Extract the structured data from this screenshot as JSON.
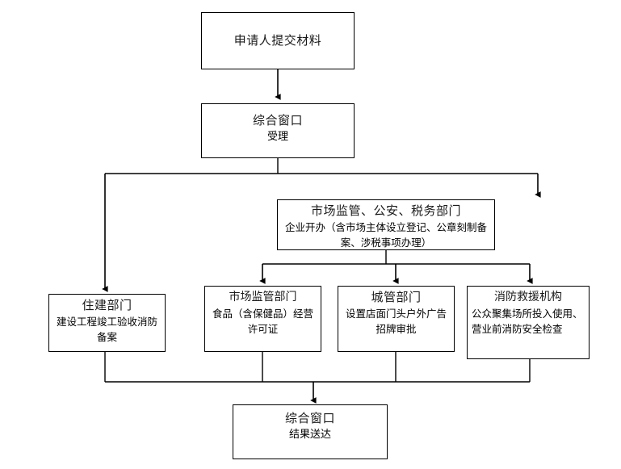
{
  "diagram": {
    "type": "flowchart",
    "orientation": "top-down",
    "background_color": "#ffffff",
    "line_color": "#000000",
    "title_text_color": "#1a1a1a",
    "body_text_color": "#000000",
    "nodes": [
      {
        "id": "apply",
        "title": "申请人提交材料",
        "body": ""
      },
      {
        "id": "window-accept",
        "title": "综合窗口",
        "body": "受理"
      },
      {
        "id": "multi-dept",
        "title": "市场监管、公安、税务部门",
        "body": "企业开办（含市场主体设立登记、公章刻制备案、涉税事项办理）"
      },
      {
        "id": "housing",
        "title": "住建部门",
        "body": "建设工程竣工验收消防备案"
      },
      {
        "id": "market-supervision",
        "title": "市场监管部门",
        "body": "食品（含保健品）经营许可证"
      },
      {
        "id": "urban-admin",
        "title": "城管部门",
        "body": "设置店面门头户外广告招牌审批"
      },
      {
        "id": "fire-rescue",
        "title": "消防救援机构",
        "body": "公众聚集场所投入使用、营业前消防安全检查"
      },
      {
        "id": "window-deliver",
        "title": "综合窗口",
        "body": "结果送达"
      }
    ],
    "edges": [
      {
        "from": "apply",
        "to": "window-accept",
        "style": "straight-arrow"
      },
      {
        "from": "window-accept",
        "to": "housing",
        "style": "elbow-left-arrow"
      },
      {
        "from": "window-accept",
        "to": "multi-dept",
        "style": "elbow-right-arrow"
      },
      {
        "from": "multi-dept",
        "to": "market-supervision",
        "style": "elbow-left-arrow"
      },
      {
        "from": "multi-dept",
        "to": "urban-admin",
        "style": "straight-arrow"
      },
      {
        "from": "multi-dept",
        "to": "fire-rescue",
        "style": "elbow-right-arrow"
      },
      {
        "from": "housing",
        "to": "window-deliver",
        "style": "merge-arrow"
      },
      {
        "from": "market-supervision",
        "to": "window-deliver",
        "style": "merge-arrow"
      },
      {
        "from": "urban-admin",
        "to": "window-deliver",
        "style": "merge-arrow"
      },
      {
        "from": "fire-rescue",
        "to": "window-deliver",
        "style": "merge-arrow"
      }
    ]
  }
}
